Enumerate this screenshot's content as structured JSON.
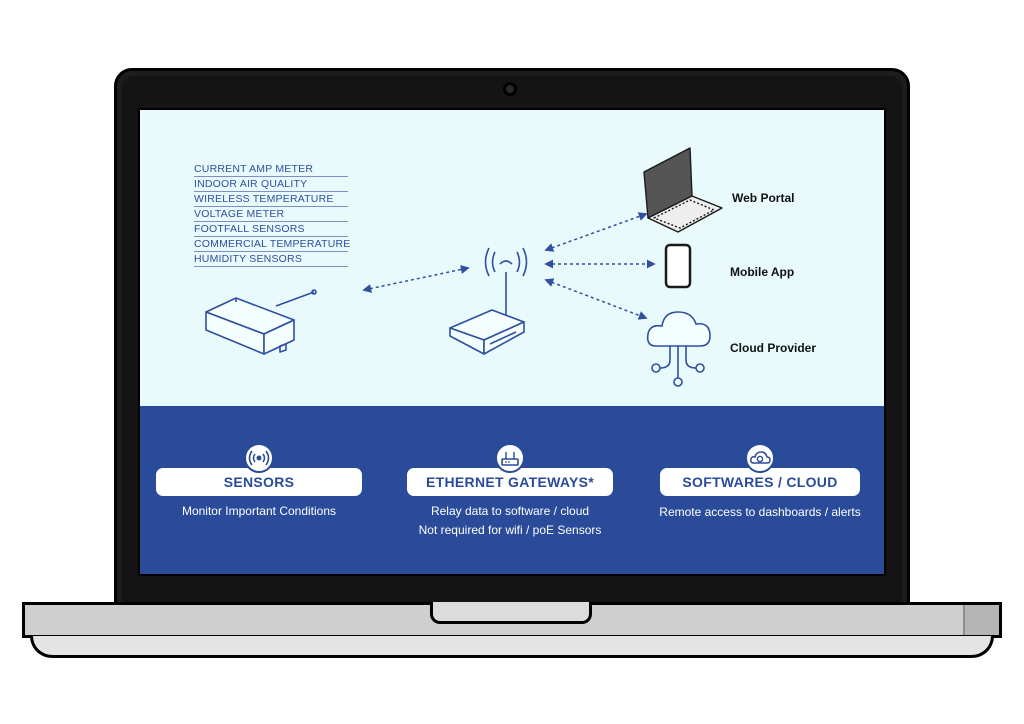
{
  "sensor_types": [
    "CURRENT AMP METER",
    "INDOOR AIR QUALITY",
    "WIRELESS TEMPERATURE",
    "VOLTAGE METER",
    "FOOTFALL SENSORS",
    "COMMERCIAL TEMPERATURE",
    "HUMIDITY SENSORS"
  ],
  "destinations": {
    "web_portal": "Web Portal",
    "mobile_app": "Mobile App",
    "cloud_provider": "Cloud Provider"
  },
  "panels": [
    {
      "title": "SENSORS",
      "lines": [
        "Monitor Important Conditions"
      ],
      "icon": "radio-signal-icon"
    },
    {
      "title": "ETHERNET GATEWAYS*",
      "lines": [
        "Relay data to software / cloud",
        "Not required for wifi / poE Sensors"
      ],
      "icon": "router-icon"
    },
    {
      "title": "SOFTWARES / CLOUD",
      "lines": [
        "Remote access to dashboards / alerts"
      ],
      "icon": "cloud-settings-icon"
    }
  ],
  "colors": {
    "screen_bg": "#e8fafc",
    "panel_blue": "#2a4b9a",
    "line_blue": "#2f4fa0"
  }
}
